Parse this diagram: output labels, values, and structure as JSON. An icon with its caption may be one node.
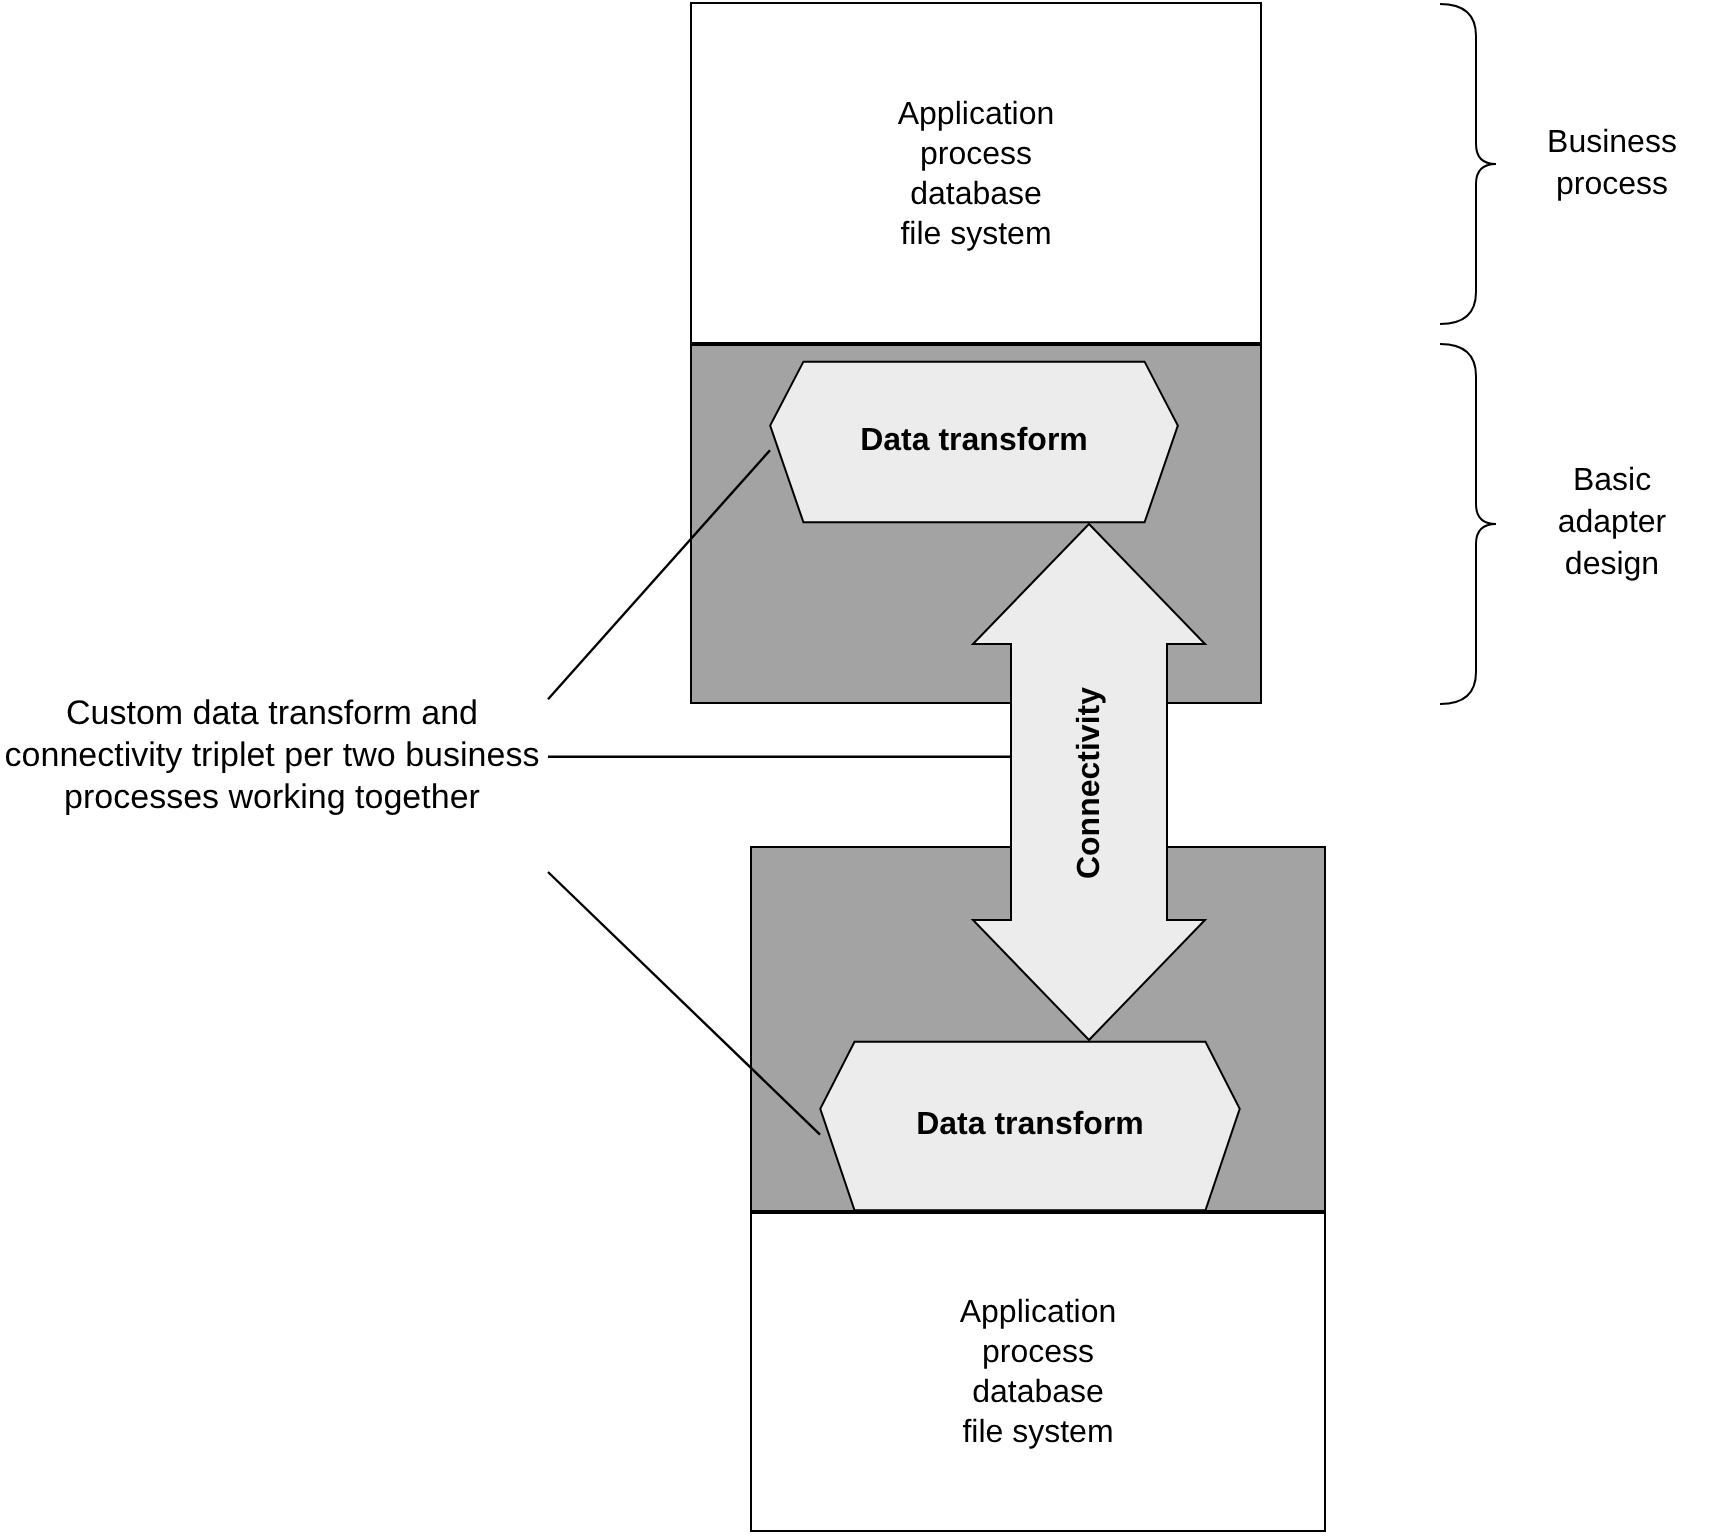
{
  "diagram": {
    "nodes": [
      {
        "text": [
          "Application process database file system"
        ]
      },
      {
        "text": [],
        "shape": "box"
      },
      {
        "text": [
          "Data transform"
        ],
        "in": 1
      },
      {
        "text": [],
        "shape": "box"
      },
      {
        "text": [
          "Data transform"
        ],
        "in": 3
      },
      {
        "text": [
          "Application process database file system"
        ]
      },
      {
        "text": [
          "Custom data transform and connectivity triplet per two business processes working together"
        ]
      }
    ],
    "edges": [
      {
        "from": 2,
        "to": 4,
        "arrow": "both",
        "label": "Connectivity",
        "style": "thick"
      },
      {
        "from": 6,
        "to": 2,
        "arrow": "none"
      },
      {
        "from": 6,
        "to": null,
        "arrow": "none"
      },
      {
        "from": 6,
        "to": 4,
        "arrow": "none"
      }
    ],
    "labels": [
      "Business process",
      "Basic adapter design"
    ]
  }
}
